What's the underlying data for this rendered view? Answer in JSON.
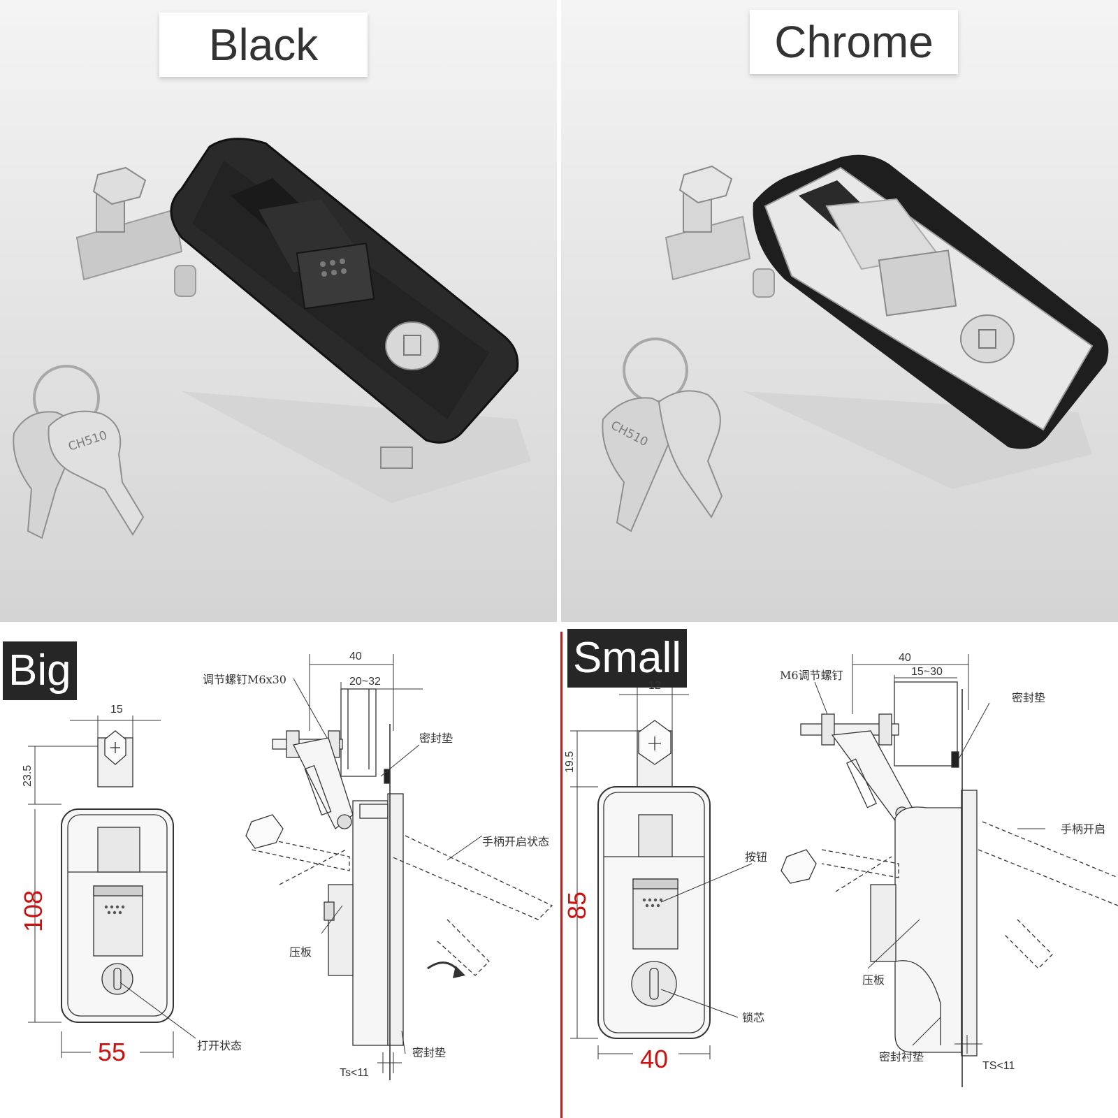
{
  "photos": {
    "left_label": "Black",
    "right_label": "Chrome",
    "key_code": "CH510"
  },
  "drawings": {
    "big": {
      "tag": "Big",
      "dims": {
        "top_width": "15",
        "top_height": "23.5",
        "height": "108",
        "width": "55",
        "side_total": "40",
        "side_range": "20~32",
        "ts": "Ts<11"
      },
      "callouts": {
        "screw": "调节螺钉M6x30",
        "seal_top": "密封垫",
        "handle_open": "手柄开启状态",
        "plate": "压板",
        "open_state": "打开状态",
        "seal_bottom": "密封垫"
      }
    },
    "small": {
      "tag": "Small",
      "dims": {
        "top_width": "12",
        "top_height": "19.5",
        "height": "85",
        "width": "40",
        "side_total": "40",
        "side_range": "15~30",
        "ts": "TS<11"
      },
      "callouts": {
        "screw": "M6调节螺钉",
        "seal_top": "密封垫",
        "handle_open": "手柄开启",
        "button": "按钮",
        "plate": "压板",
        "core": "锁芯",
        "liner": "密封衬垫"
      }
    }
  },
  "colors": {
    "divider": "#b22222",
    "dim_red": "#cc1111",
    "tag_bg": "#262626"
  }
}
